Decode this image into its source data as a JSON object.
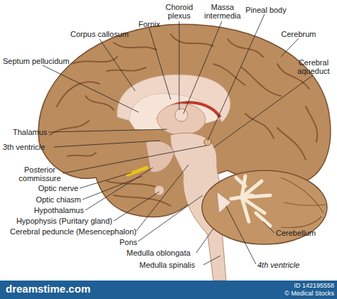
{
  "diagram": {
    "labels": [
      "Choroid plexus",
      "Massa intermedia",
      "Pineal body",
      "Fornix",
      "Corpus callosum",
      "Cerebrum",
      "Septum pellucidum",
      "Cerebral aqueduct",
      "Thalamus",
      "3th ventricle",
      "Posterior commissure",
      "Optic nerve",
      "Optic chiasm",
      "Hypothalamus",
      "Hypophysis (Puritary gland)",
      "Cerebral peduncle (Mesencephalon)",
      "Pons",
      "Medulla oblongata",
      "Medulla spinalis",
      "4th ventricle",
      "Cerebellum",
      "dreamstime.com",
      "ID 142195558",
      "© Medical Stocks"
    ]
  }
}
